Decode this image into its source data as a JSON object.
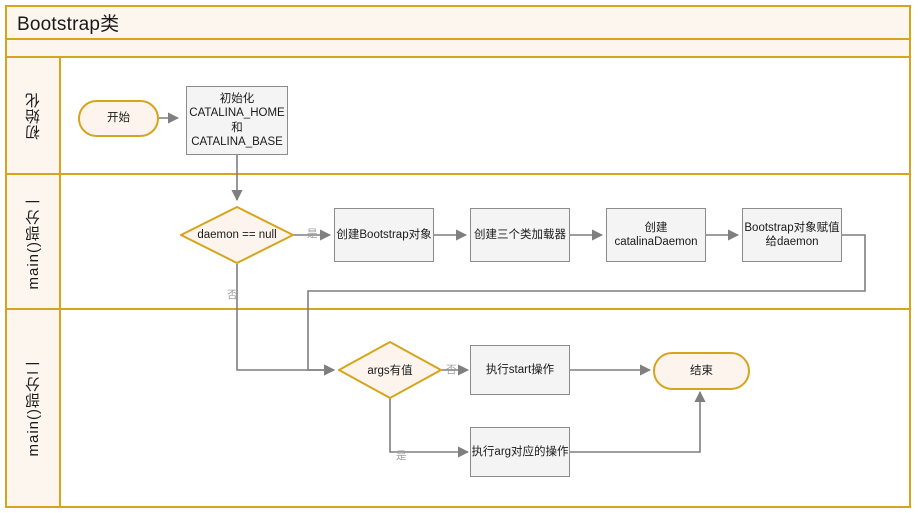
{
  "diagram": {
    "title": "Bootstrap类",
    "lanes": [
      {
        "id": "lane-init",
        "label": "初始化"
      },
      {
        "id": "lane-main1",
        "label": "main()部分一"
      },
      {
        "id": "lane-main2",
        "label": "main()部分二"
      }
    ],
    "nodes": {
      "start": {
        "label": "开始",
        "type": "terminator"
      },
      "init_env": {
        "label": "初始化\nCATALINA_HOME\n和CATALINA_BASE",
        "type": "process"
      },
      "daemon_null": {
        "label": "daemon == null",
        "type": "decision"
      },
      "create_bootstrap": {
        "label": "创建Bootstrap对象",
        "type": "process"
      },
      "create_loaders": {
        "label": "创建三个类加载器",
        "type": "process"
      },
      "create_catalina_daemon": {
        "label": "创建\ncatalinaDaemon",
        "type": "process"
      },
      "assign_daemon": {
        "label": "Bootstrap对象赋值给daemon",
        "type": "process"
      },
      "args_has_value": {
        "label": "args有值",
        "type": "decision"
      },
      "exec_start": {
        "label": "执行start操作",
        "type": "process"
      },
      "exec_arg": {
        "label": "执行arg对应的操作",
        "type": "process"
      },
      "end": {
        "label": "结束",
        "type": "terminator"
      }
    },
    "edge_labels": {
      "daemon_yes": "是",
      "daemon_no": "否",
      "args_no": "否",
      "args_yes": "是"
    },
    "colors": {
      "lane_border": "#d6a51c",
      "lane_header_fill": "#fdf6ef",
      "terminator_fill": "#fdf5ed",
      "process_fill": "#f4f4f4",
      "process_border": "#8c8c8c",
      "connector": "#7f7f7f",
      "edge_label_text": "#a0a0a0"
    }
  }
}
